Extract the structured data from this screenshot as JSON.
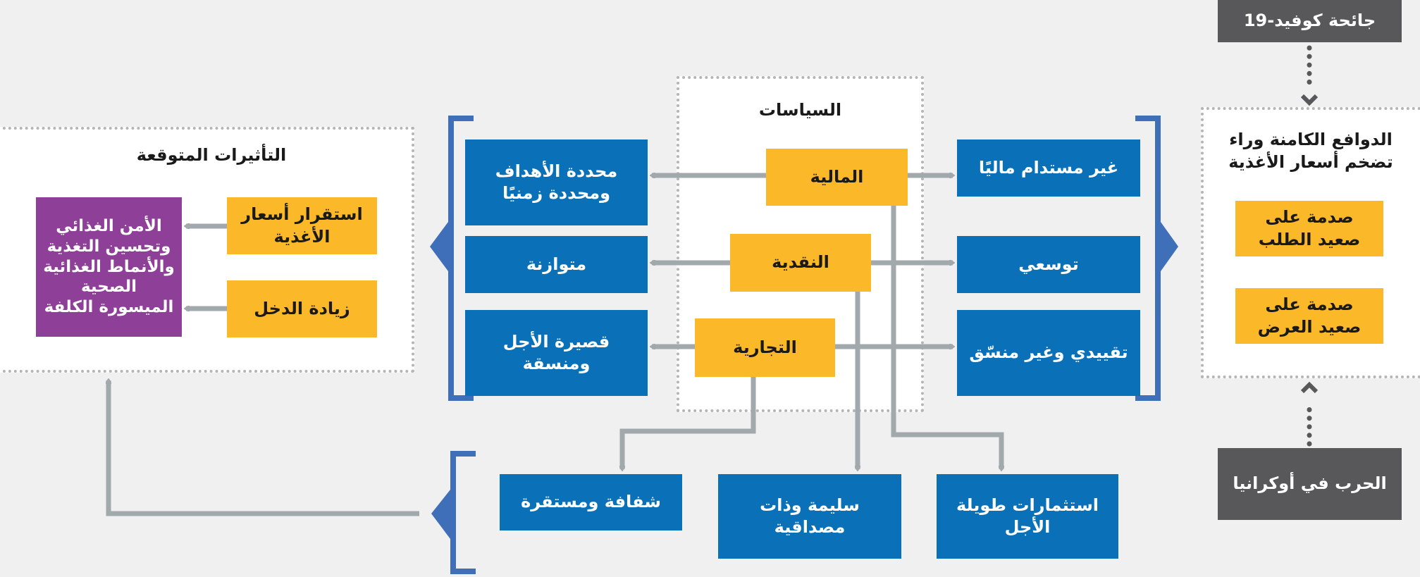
{
  "drivers": {
    "covid": "جائحة كوفيد-19",
    "war": "الحرب في أوكرانيا",
    "title": "الدوافع الكامنة وراء تضخم أسعار الأغذية",
    "demand_shock": "صدمة على صعيد الطلب",
    "supply_shock": "صدمة على صعيد العرض"
  },
  "policies": {
    "title": "السياسات",
    "fiscal": "المالية",
    "monetary": "النقدية",
    "trade": "التجارية"
  },
  "current_state": [
    "غير مستدام ماليًا",
    "توسعي",
    "تقييدي وغير منسّق"
  ],
  "recommended": [
    "محددة الأهداف ومحددة زمنيًا",
    "متوازنة",
    "قصيرة الأجل ومنسقة"
  ],
  "bottom": [
    "استثمارات طويلة الأجل",
    "سليمة وذات مصداقية",
    "شفافة ومستقرة"
  ],
  "effects": {
    "title": "التأثيرات المتوقعة",
    "price_stability": "استقرار أسعار الأغذية",
    "income": "زيادة الدخل",
    "outcome": "الأمن الغذائي وتحسين التغذية والأنماط الغذائية الصحية الميسورة الكلفة"
  },
  "colors": {
    "blue": "#0a70b8",
    "yellow": "#fbb829",
    "purple": "#8e3f97",
    "dark": "#58585a",
    "line": "#a2a9ad",
    "bracket": "#3e6fb8"
  }
}
